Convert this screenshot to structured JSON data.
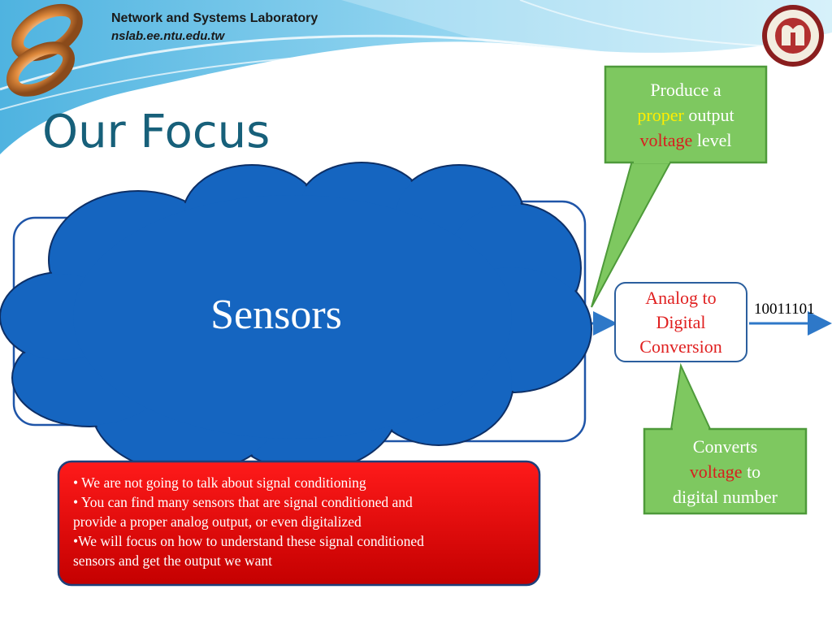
{
  "header": {
    "lab_name": "Network and Systems Laboratory",
    "lab_url": "nslab.ee.ntu.edu.tw"
  },
  "slide": {
    "title": "Our Focus"
  },
  "diagram": {
    "cloud_label": "Sensors",
    "adc_box": {
      "line1": "Analog to",
      "line2": "Digital",
      "line3": "Conversion"
    },
    "output_bits": "10011101"
  },
  "callout_top": {
    "line1": "Produce a",
    "line2_highlight": "proper",
    "line2_rest": " output",
    "line3_highlight": "voltage",
    "line3_rest": " level"
  },
  "callout_bottom": {
    "line1": "Converts",
    "line2_highlight": "voltage",
    "line2_rest": " to",
    "line3": "digital number"
  },
  "notes": {
    "bullet1": "•  We are not going to talk about signal conditioning",
    "bullet2_line1": "•  You can find many sensors that are signal conditioned and",
    "bullet2_line2": "provide a proper analog output, or even digitalized",
    "bullet3_line1": "•We will focus on how to understand these signal conditioned",
    "bullet3_line2": "sensors and get the output we want"
  },
  "colors": {
    "title": "#17607a",
    "cloud": "#1565c0",
    "callout": "#7ec860",
    "note_box": "#e00000",
    "adc_text": "#e02020",
    "highlight_yellow": "#ffee00",
    "highlight_red": "#d81e1e"
  }
}
